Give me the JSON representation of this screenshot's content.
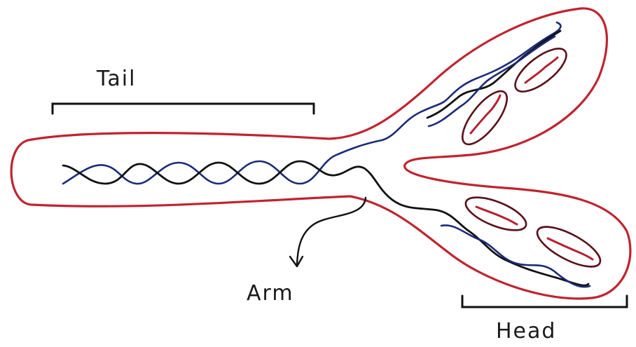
{
  "labels": {
    "tail": "Tail",
    "arm": "Arm",
    "head": "Head"
  },
  "colors": {
    "outline": "#c0232f",
    "strand_blue": "#1b2a78",
    "strand_black": "#111111",
    "organelle": "#5a1018"
  }
}
